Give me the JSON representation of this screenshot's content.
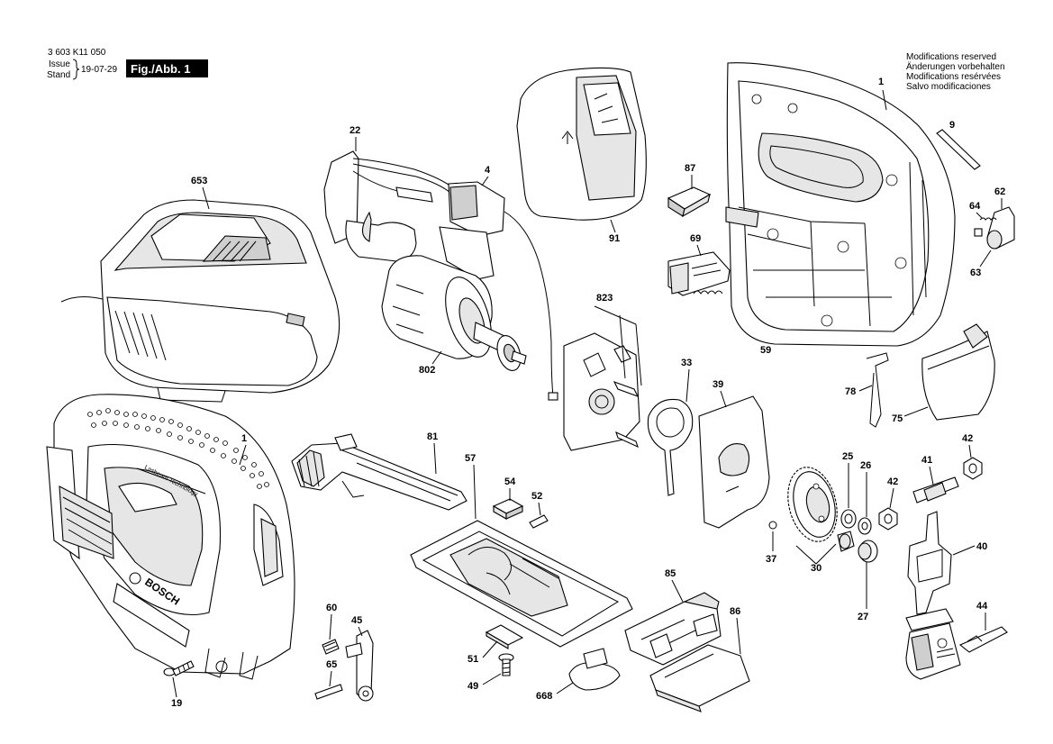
{
  "header": {
    "doc_number": "3 603 K11 050",
    "issue_label": "Issue",
    "stand_label": "Stand",
    "date": "19-07-29",
    "figure_label": "Fig./Abb. 1"
  },
  "notice": [
    "Modifications reserved",
    "Änderungen vorbehalten",
    "Modifications resérvées",
    "Salvo modificaciones"
  ],
  "tool_markings": {
    "housing_text": "Lasbeam Technology",
    "brand": "BOSCH"
  },
  "parts": {
    "p1a": "1",
    "p1b": "1",
    "p4": "4",
    "p9": "9",
    "p19": "19",
    "p22": "22",
    "p25": "25",
    "p26": "26",
    "p27": "27",
    "p30": "30",
    "p33": "33",
    "p37": "37",
    "p39": "39",
    "p40": "40",
    "p41": "41",
    "p42a": "42",
    "p42b": "42",
    "p44": "44",
    "p45": "45",
    "p49": "49",
    "p51": "51",
    "p52": "52",
    "p54": "54",
    "p57": "57",
    "p59": "59",
    "p60": "60",
    "p62": "62",
    "p63": "63",
    "p64": "64",
    "p65": "65",
    "p69": "69",
    "p75": "75",
    "p78": "78",
    "p81": "81",
    "p85": "85",
    "p86": "86",
    "p87": "87",
    "p91": "91",
    "p653": "653",
    "p668": "668",
    "p802": "802",
    "p823": "823"
  }
}
